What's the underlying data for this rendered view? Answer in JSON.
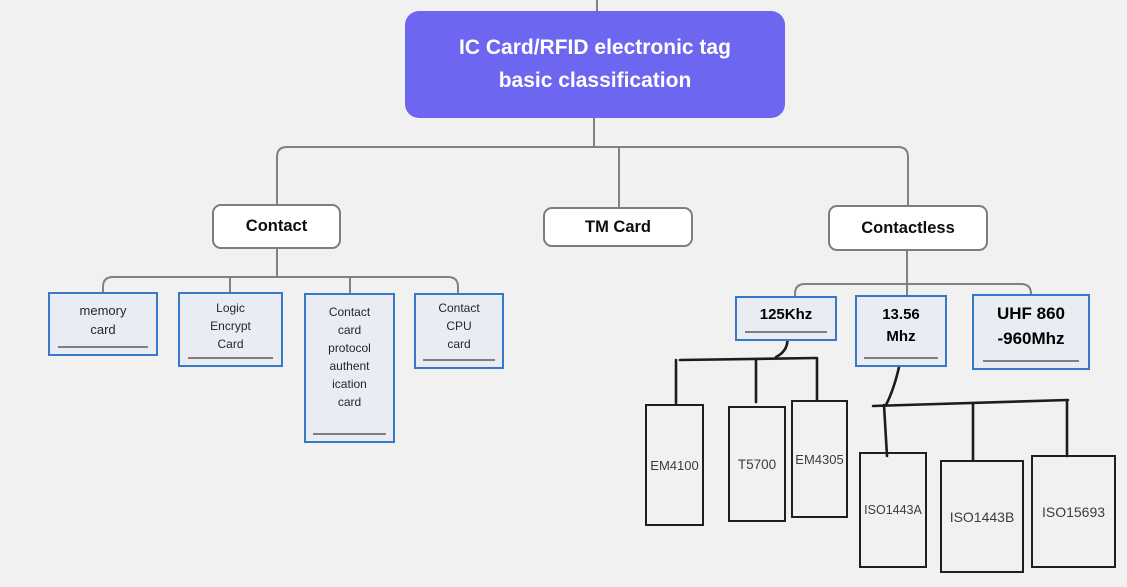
{
  "diagram": {
    "title": "IC Card/RFID electronic tag basic classification",
    "tree": {
      "root": "IC Card/RFID electronic tag basic classification",
      "children": [
        {
          "label": "Contact",
          "children": [
            "memory card",
            "Logic Encrypt Card",
            "Contact card protocol authentication card",
            "Contact CPU card"
          ]
        },
        {
          "label": "TM Card",
          "children": []
        },
        {
          "label": "Contactless",
          "children": [
            {
              "label": "125Khz",
              "children": [
                "EM4100",
                "T5700",
                "EM4305"
              ]
            },
            {
              "label": "13.56 Mhz",
              "children": [
                "ISO1443A",
                "ISO1443B",
                "ISO15693"
              ]
            },
            {
              "label": "UHF 860-960Mhz",
              "children": []
            }
          ]
        }
      ]
    }
  },
  "nodes": {
    "root": {
      "label": "IC Card/RFID electronic tag\nbasic classification"
    },
    "contact": {
      "label": "Contact"
    },
    "tm_card": {
      "label": "TM Card"
    },
    "contactless": {
      "label": "Contactless"
    },
    "memory": {
      "label": "memory\ncard"
    },
    "logic": {
      "label": "Logic\nEncrypt\nCard"
    },
    "protocol": {
      "label": "Contact\ncard\nprotocol\nauthent\nication\ncard"
    },
    "cpu": {
      "label": "Contact\nCPU\ncard"
    },
    "f125": {
      "label": "125Khz"
    },
    "f1356": {
      "label": "13.56\nMhz"
    },
    "uhf": {
      "label": "UHF 860\n-960Mhz"
    },
    "em4100": {
      "label": "EM4100"
    },
    "t5700": {
      "label": "T5700"
    },
    "em4305": {
      "label": "EM4305"
    },
    "iso1443a": {
      "label": "ISO1443A"
    },
    "iso1443b": {
      "label": "ISO1443B"
    },
    "iso15693": {
      "label": "ISO15693"
    }
  },
  "colors": {
    "background": "#f1f1f2",
    "root_bg": "#6d66f0",
    "root_text": "#ffffff",
    "branch_border": "#7d7d7d",
    "leaf_border": "#3779c6",
    "leaf_bg": "#e9edf3",
    "gray_connector": "#818181",
    "black_connector": "#1c1c1c",
    "underline": "#7f7f7f"
  }
}
